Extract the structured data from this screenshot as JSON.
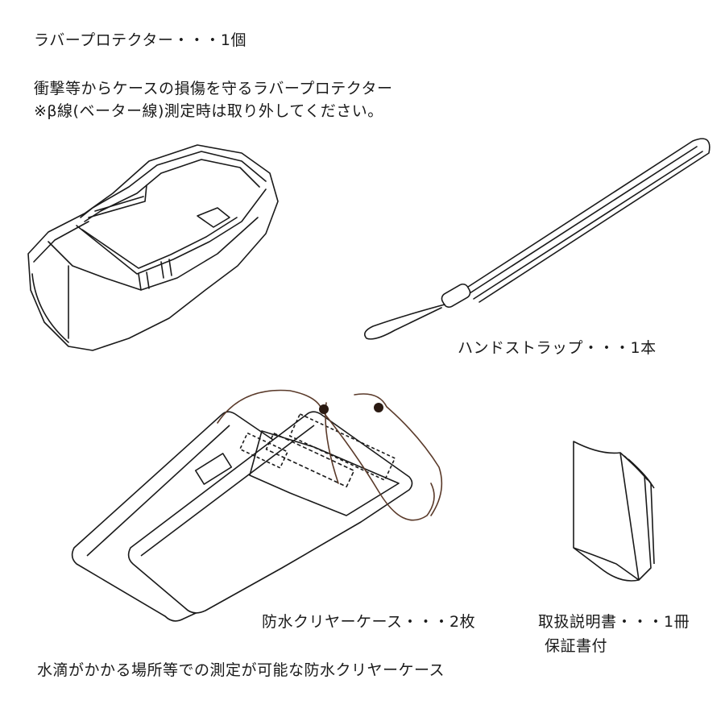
{
  "protector": {
    "title": "ラバープロテクター・・・1個",
    "desc_line1": "衝撃等からケースの損傷を守るラバープロテクター",
    "desc_line2": "※β線(ベーター線)測定時は取り外してください。",
    "icon": "rubber-protector-illustration"
  },
  "strap": {
    "label": "ハンドストラップ・・・1本",
    "icon": "hand-strap-illustration"
  },
  "clear_case": {
    "label": "防水クリヤーケース・・・2枚",
    "desc": "水滴がかかる場所等での測定が可能な防水クリヤーケース",
    "icon": "waterproof-case-illustration"
  },
  "manual": {
    "label_line1": "取扱説明書・・・1冊",
    "label_line2": "保証書付",
    "icon": "manual-booklet-illustration"
  },
  "colors": {
    "line": "#1a1a1a",
    "cord": "#5a3a2a"
  }
}
